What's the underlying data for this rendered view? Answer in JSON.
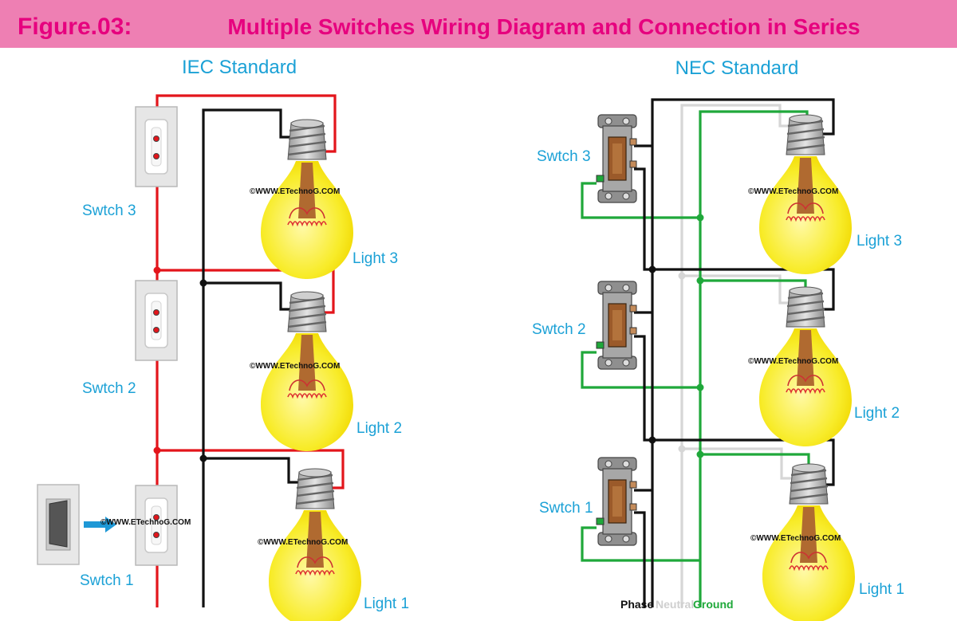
{
  "header": {
    "figure_label": "Figure.03:",
    "title": "Multiple Switches Wiring Diagram and Connection in Series",
    "band_color": "#ee7fb3",
    "text_color": "#e6007e"
  },
  "iec": {
    "title": "IEC Standard",
    "switch_labels": [
      "Swtch 3",
      "Swtch 2",
      "Swtch 1"
    ],
    "light_labels": [
      "Light 3",
      "Light 2",
      "Light 1"
    ],
    "watermark": "©WWW.ETechnoG.COM"
  },
  "nec": {
    "title": "NEC Standard",
    "switch_labels": [
      "Swtch 3",
      "Swtch 2",
      "Swtch 1"
    ],
    "light_labels": [
      "Light 3",
      "Light 2",
      "Light 1"
    ],
    "watermark": "©WWW.ETechnoG.COM",
    "legend": {
      "phase": "Phase",
      "neutral": "Neutral",
      "ground": "Ground"
    }
  },
  "colors": {
    "label": "#1ba1d6",
    "phase_red": "#e3151b",
    "wire_black": "#111111",
    "neutral": "#d0d0d0",
    "ground": "#1fa83a",
    "bulb": "#f8ec2a",
    "arrow": "#1e98d6"
  }
}
